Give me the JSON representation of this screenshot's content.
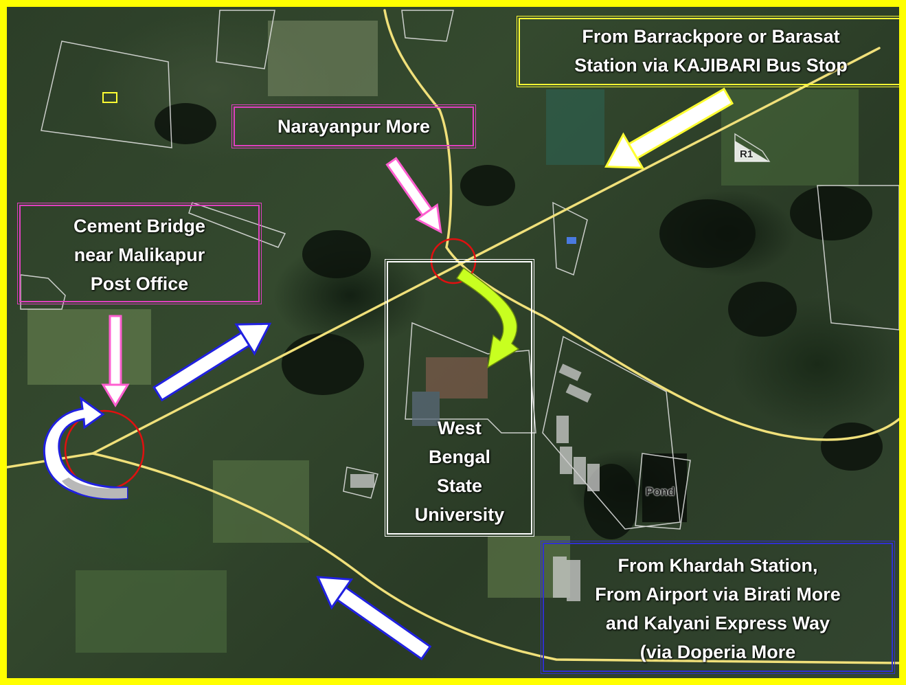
{
  "map": {
    "road_color": "#f0e07a",
    "frame_color": "#ffff00"
  },
  "labels": {
    "barrackpore": [
      "From Barrackpore or Barasat",
      "Station via KAJIBARI Bus Stop"
    ],
    "narayanpur": "Narayanpur More",
    "cement_bridge": [
      "Cement Bridge",
      "near Malikapur",
      "Post Office"
    ],
    "university": [
      "West",
      "Bengal",
      "State",
      "University"
    ],
    "khardah": [
      "From Khardah Station,",
      "From Airport via Birati More",
      "and Kalyani Express Way",
      "(via Doperia More"
    ],
    "pond": "Pond",
    "r1": "R1"
  },
  "arrows": {
    "yellow": "#ffff33",
    "pink": "#ff5fd0",
    "blue": "#2020e0",
    "green": "#c8ff20",
    "circle": "#e01010"
  },
  "icons": {
    "markers": [
      "arrow-icon",
      "circle-marker-icon"
    ]
  }
}
